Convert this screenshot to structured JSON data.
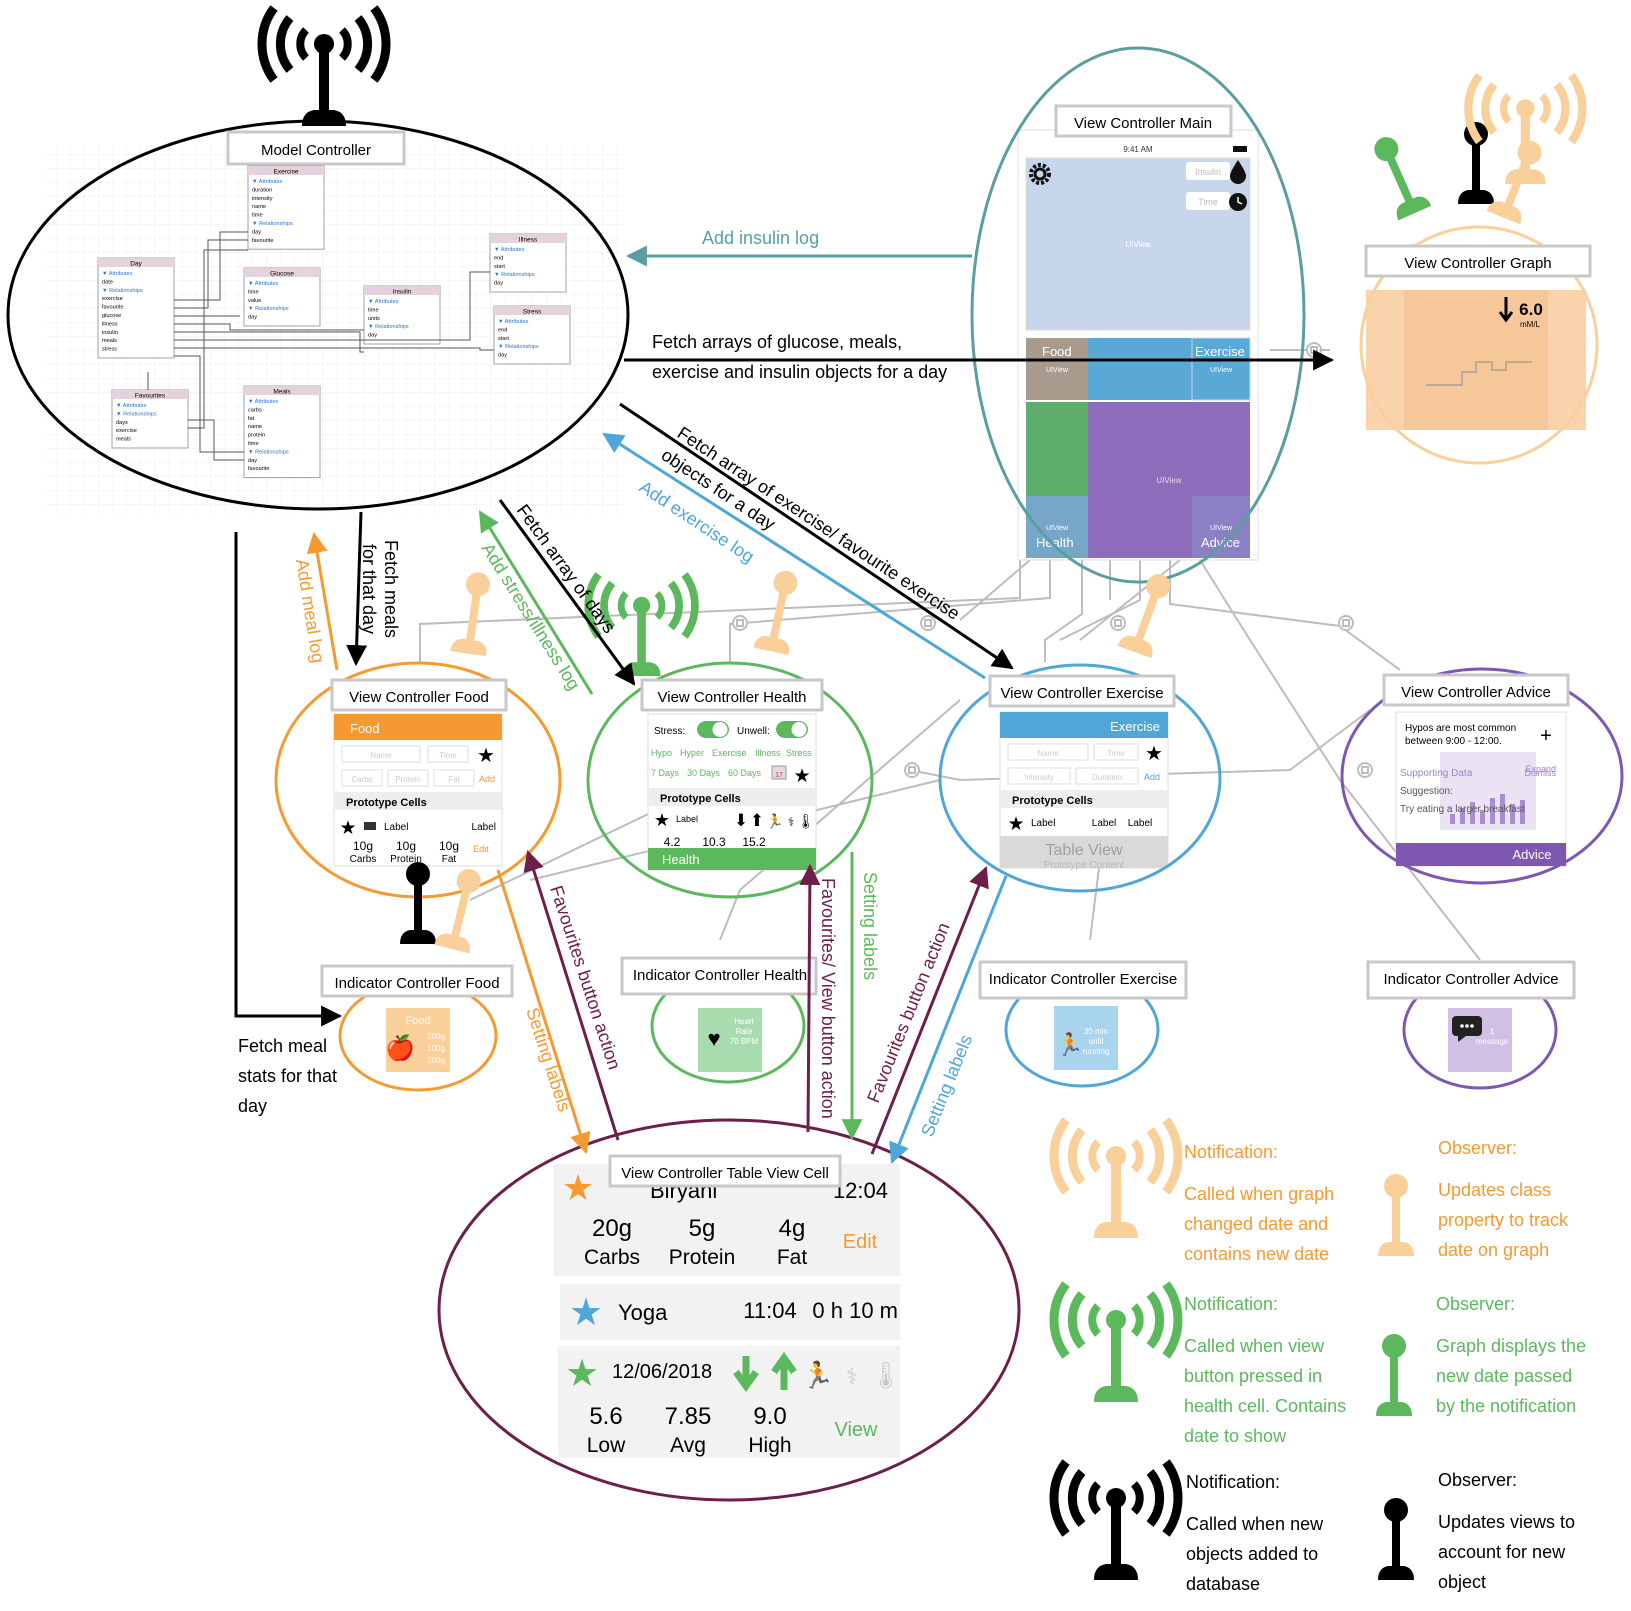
{
  "colors": {
    "black": "#000000",
    "orange": "#f59a30",
    "light_orange": "#f9cf9a",
    "green": "#5cb85c",
    "blue": "#4ea7d8",
    "teal": "#5a9ea0",
    "purple": "#7e57b0",
    "maroon": "#6d1f4a",
    "grey": "#bdbdbd"
  },
  "nodes": {
    "model": {
      "title": "Model Controller"
    },
    "main": {
      "title": "View Controller Main"
    },
    "graph": {
      "title": "View Controller Graph",
      "value": "6.0",
      "unit": "mM/L"
    },
    "food": {
      "title": "View Controller Food"
    },
    "health": {
      "title": "View Controller Health"
    },
    "exercise": {
      "title": "View Controller Exercise"
    },
    "advice": {
      "title": "View Controller Advice"
    },
    "ind_food": {
      "title": "Indicator Controller Food"
    },
    "ind_health": {
      "title": "Indicator Controller Health"
    },
    "ind_exercise": {
      "title": "Indicator Controller Exercise"
    },
    "ind_advice": {
      "title": "Indicator Controller Advice"
    },
    "cell": {
      "title": "View Controller Table View Cell"
    }
  },
  "entities": {
    "exercise": {
      "name": "Exercise",
      "attrs": [
        "duration",
        "intensity",
        "name",
        "time"
      ],
      "rels": [
        "day",
        "favourite"
      ]
    },
    "day": {
      "name": "Day",
      "attrs": [
        "date"
      ],
      "rels": [
        "exercise",
        "favourite",
        "glucose",
        "illness",
        "insulin",
        "meals",
        "stress"
      ]
    },
    "glucose": {
      "name": "Glucose",
      "attrs": [
        "time",
        "value"
      ],
      "rels": [
        "day"
      ]
    },
    "insulin": {
      "name": "Insulin",
      "attrs": [
        "time",
        "units"
      ],
      "rels": [
        "day"
      ]
    },
    "illness": {
      "name": "Illness",
      "attrs": [
        "end",
        "start"
      ],
      "rels": [
        "day"
      ]
    },
    "stress": {
      "name": "Stress",
      "attrs": [
        "end",
        "start"
      ],
      "rels": [
        "day"
      ]
    },
    "favourites": {
      "name": "Favourites",
      "attrs": [],
      "rels": [
        "days",
        "exercise",
        "meals"
      ]
    },
    "meals": {
      "name": "Meals",
      "attrs": [
        "carbs",
        "fat",
        "name",
        "protein",
        "time"
      ],
      "rels": [
        "day",
        "favourite"
      ]
    },
    "attrs_label": "▼ Attributes",
    "rels_label": "▼ Relationships"
  },
  "mockups": {
    "main": {
      "clock": "9:41 AM",
      "insulin": "Insulin",
      "time": "Time",
      "uiview": "UIView",
      "food": "Food",
      "exercise": "Exercise",
      "health": "Health",
      "advice": "Advice"
    },
    "food": {
      "header": "Food",
      "name": "Name",
      "time": "Time",
      "carbs": "Carbs",
      "protein": "Protein",
      "fat": "Fat",
      "add": "Add",
      "proto": "Prototype Cells",
      "label": "Label",
      "vals": [
        "10g",
        "10g",
        "10g"
      ],
      "units": [
        "Carbs",
        "Protein",
        "Fat"
      ],
      "edit": "Edit"
    },
    "health": {
      "stress": "Stress:",
      "unwell": "Unwell:",
      "tabs": [
        "Hypo",
        "Hyper",
        "Exercise",
        "Illness",
        "Stress"
      ],
      "ranges": [
        "7 Days",
        "30 Days",
        "60 Days"
      ],
      "cal": "17",
      "proto": "Prototype Cells",
      "label": "Label",
      "vals": [
        "4.2",
        "10.3",
        "15.2"
      ],
      "footer": "Health"
    },
    "exercise": {
      "header": "Exercise",
      "name": "Name",
      "time": "Time",
      "intensity": "Intensity",
      "duration": "Duration",
      "add": "Add",
      "proto": "Prototype Cells",
      "label": "Label",
      "table": "Table View",
      "content": "Prototype Content"
    },
    "advice": {
      "line1": "Hypos are most common",
      "line2": "between 9:00 - 12:00.",
      "supporting": "Supporting Data",
      "dismiss": "Dismiss",
      "expand": "Expand",
      "suggestion": "Suggestion:",
      "try": "Try eating a larger breakfast",
      "footer": "Advice"
    },
    "ind_food": {
      "title": "Food",
      "rows": [
        "100g",
        "100g",
        "100g"
      ]
    },
    "ind_health": {
      "l1": "Heart",
      "l2": "Rate",
      "l3": "70 BPM"
    },
    "ind_exercise": {
      "l1": "30 min",
      "l2": "until",
      "l3": "running"
    },
    "ind_advice": {
      "l1": "1",
      "l2": "message"
    },
    "cell": {
      "meal_name": "Biryani",
      "meal_time": "12:04",
      "meal_vals": [
        "20g",
        "5g",
        "4g"
      ],
      "meal_units": [
        "Carbs",
        "Protein",
        "Fat"
      ],
      "edit": "Edit",
      "ex_name": "Yoga",
      "ex_time": "11:04",
      "ex_dur": "0 h 10 m",
      "day_date": "12/06/2018",
      "day_vals": [
        "5.6",
        "7.85",
        "9.0"
      ],
      "day_units": [
        "Low",
        "Avg",
        "High"
      ],
      "view": "View"
    }
  },
  "edges": {
    "add_insulin": "Add insulin log",
    "fetch_glucose_1": "Fetch arrays of glucose, meals,",
    "fetch_glucose_2": "exercise and insulin objects for a day",
    "fetch_exercise_1": "Fetch array of exercise/ favourite exercise",
    "fetch_exercise_2": "objects for a day",
    "add_exercise": "Add exercise log",
    "fetch_days": "Fetch array of days",
    "add_stress": "Add stress/illness log",
    "fetch_meals_1": "Fetch meals",
    "fetch_meals_2": "for that day",
    "add_meal": "Add meal log",
    "fetch_stats": [
      "Fetch meal",
      "stats for that",
      "day"
    ],
    "setting_food": "Setting labels",
    "fav_food": "Favourites button action",
    "fav_health": "Favourites/ View button action",
    "setting_health": "Setting labels",
    "fav_exercise": "Favourites button action",
    "setting_exercise": "Setting labels"
  },
  "legend": {
    "orange_note_title": "Notification:",
    "orange_note": [
      "Called when graph",
      "changed date and",
      "contains new date"
    ],
    "orange_obs_title": "Observer:",
    "orange_obs": [
      "Updates class",
      "property to track",
      "date on graph"
    ],
    "green_note_title": "Notification:",
    "green_note": [
      "Called when view",
      "button pressed in",
      "health cell. Contains",
      "date to show"
    ],
    "green_obs_title": "Observer:",
    "green_obs": [
      "Graph displays the",
      "new date passed",
      "by the notification"
    ],
    "black_note_title": "Notification:",
    "black_note": [
      "Called when new",
      "objects added to",
      "database"
    ],
    "black_obs_title": "Observer:",
    "black_obs": [
      "Updates views to",
      "account for new",
      "object"
    ]
  }
}
